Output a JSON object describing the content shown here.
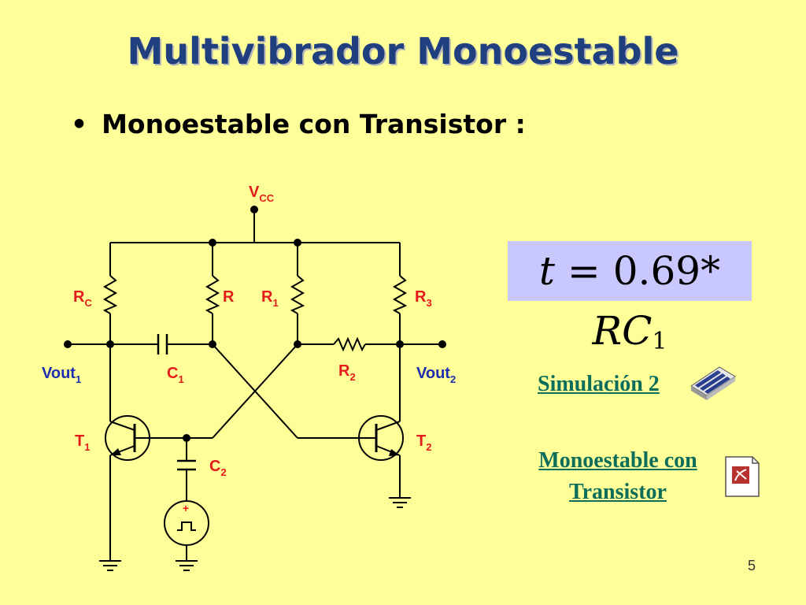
{
  "slide": {
    "title": "Multivibrador Monoestable",
    "bullet": "Monoestable con Transistor :",
    "page_number": "5"
  },
  "formula": {
    "lhs": "t",
    "eq": "=",
    "const": "0.69",
    "op": "*",
    "rc": "RC",
    "sub": "1"
  },
  "circuit": {
    "vcc": "V",
    "vcc_sub": "CC",
    "rc": "R",
    "rc_sub": "C",
    "r": "R",
    "r1": "R",
    "r1_sub": "1",
    "r3": "R",
    "r3_sub": "3",
    "r2": "R",
    "r2_sub": "2",
    "c1": "C",
    "c1_sub": "1",
    "c2": "C",
    "c2_sub": "2",
    "t1": "T",
    "t1_sub": "1",
    "t2": "T",
    "t2_sub": "2",
    "vout1": "Vout",
    "vout1_sub": "1",
    "vout2": "Vout",
    "vout2_sub": "2",
    "plus": "+"
  },
  "links": {
    "simulacion": "Simulación 2",
    "mono_line1": "Monoestable con",
    "mono_line2": "Transistor"
  }
}
